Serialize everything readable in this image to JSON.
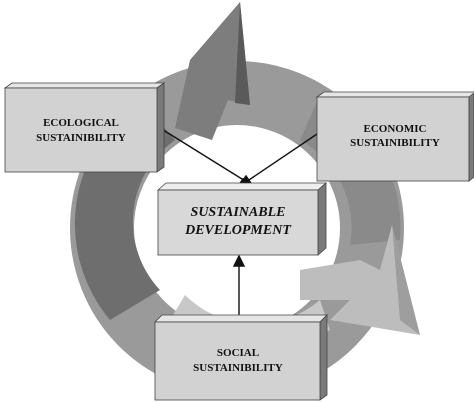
{
  "diagram": {
    "center": {
      "line1": "SUSTAINABLE",
      "line2": "DEVELOPMENT"
    },
    "ecological": {
      "line1": "ECOLOGICAL",
      "line2": "SUSTAINIBILITY"
    },
    "economic": {
      "line1": "ECONOMIC",
      "line2": "SUSTAINIBILITY"
    },
    "social": {
      "line1": "SOCIAL",
      "line2": "SUSTAINIBILITY"
    }
  }
}
